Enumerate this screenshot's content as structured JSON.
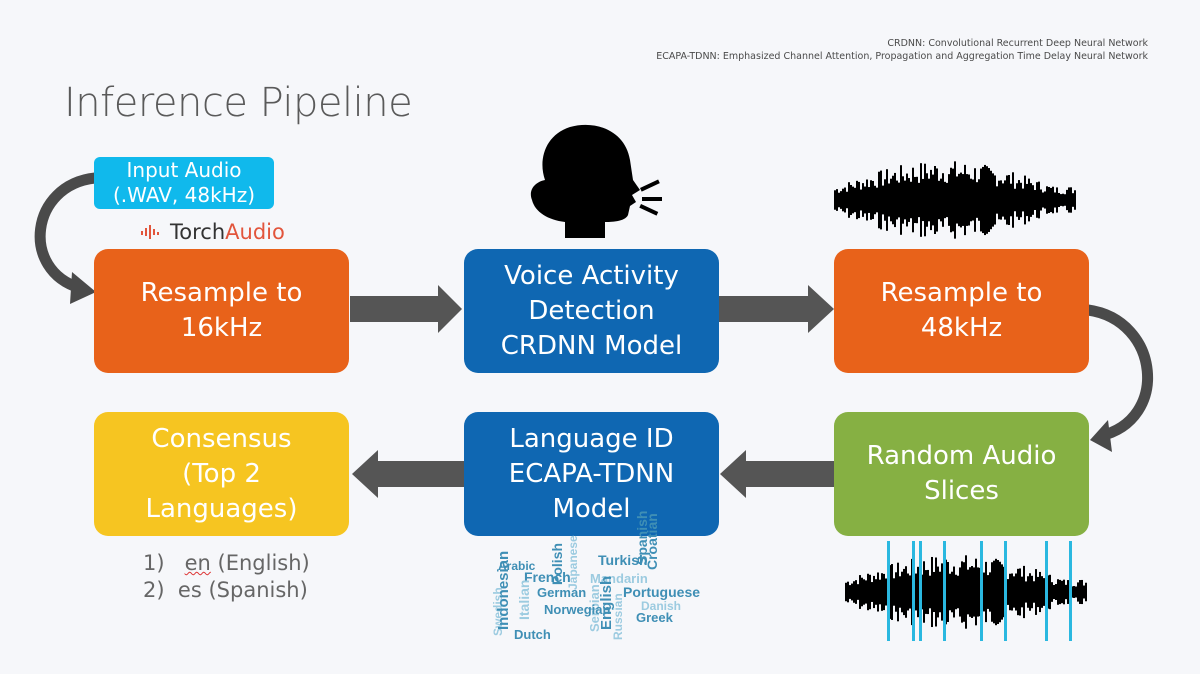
{
  "footnotes": [
    "CRDNN: Convolutional Recurrent Deep Neural Network",
    "ECAPA-TDNN: Emphasized Channel Attention, Propagation and Aggregation Time Delay Neural Network"
  ],
  "title": "Inference Pipeline",
  "input": {
    "line1": "Input Audio",
    "line2": "(.WAV, 48kHz)"
  },
  "torchaudio": {
    "prefix": "Torch",
    "accent": "Audio",
    "icon": "torchaudio-logo-icon"
  },
  "colors": {
    "orange": "#e8621a",
    "blue": "#0f67b2",
    "green": "#86b043",
    "yellow": "#f6c521",
    "cyan": "#10b9ec",
    "arrow": "#555555"
  },
  "steps": {
    "resample16": [
      "Resample to",
      "16kHz"
    ],
    "vad": [
      "Voice Activity",
      "Detection",
      "CRDNN Model"
    ],
    "resample48": [
      "Resample to",
      "48kHz"
    ],
    "slices": [
      "Random Audio",
      "Slices"
    ],
    "langid": [
      "Language ID",
      "ECAPA-TDNN",
      "Model"
    ],
    "consensus": [
      "Consensus",
      "(Top 2",
      "Languages)"
    ]
  },
  "results": [
    {
      "num": "1)",
      "code": "en",
      "name": "(English)"
    },
    {
      "num": "2)",
      "code": "es",
      "name": "(Spanish)"
    }
  ],
  "languages_cloud": [
    "Arabic",
    "French",
    "German",
    "Polish",
    "Japanese",
    "Turkish",
    "Mandarin",
    "Spanish",
    "Croatian",
    "Swedish",
    "Indonesian",
    "Italian",
    "Serbian",
    "English",
    "Portuguese",
    "Danish",
    "Norwegian",
    "Russian",
    "Greek",
    "Dutch"
  ],
  "icons": [
    "speaking-head-icon",
    "waveform-icon",
    "sliced-waveform-icon"
  ]
}
